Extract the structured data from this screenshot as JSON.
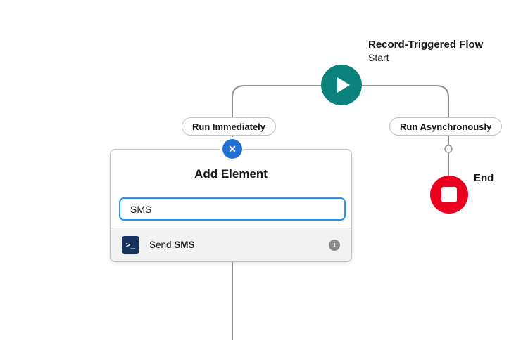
{
  "canvas": {
    "start": {
      "title": "Record-Triggered Flow",
      "subtitle": "Start"
    },
    "branch_left": {
      "label": "Run Immediately"
    },
    "branch_right": {
      "label": "Run Asynchronously"
    },
    "end": {
      "label": "End"
    }
  },
  "dialog": {
    "title": "Add Element",
    "search_value": "SMS",
    "results": [
      {
        "label_prefix": "Send ",
        "label_bold": "SMS",
        "icon": "terminal-icon",
        "info_glyph": "i"
      }
    ]
  },
  "icons": {
    "close": "✕",
    "terminal": ">_",
    "info": "i"
  },
  "colors": {
    "start_node": "#0b827c",
    "end_node": "#ea001e",
    "close_button": "#1f72d4",
    "search_focus_border": "#1b96ff",
    "connector_line": "#919191",
    "terminal_icon_bg": "#16325c",
    "result_row_bg": "#f3f2f2"
  }
}
